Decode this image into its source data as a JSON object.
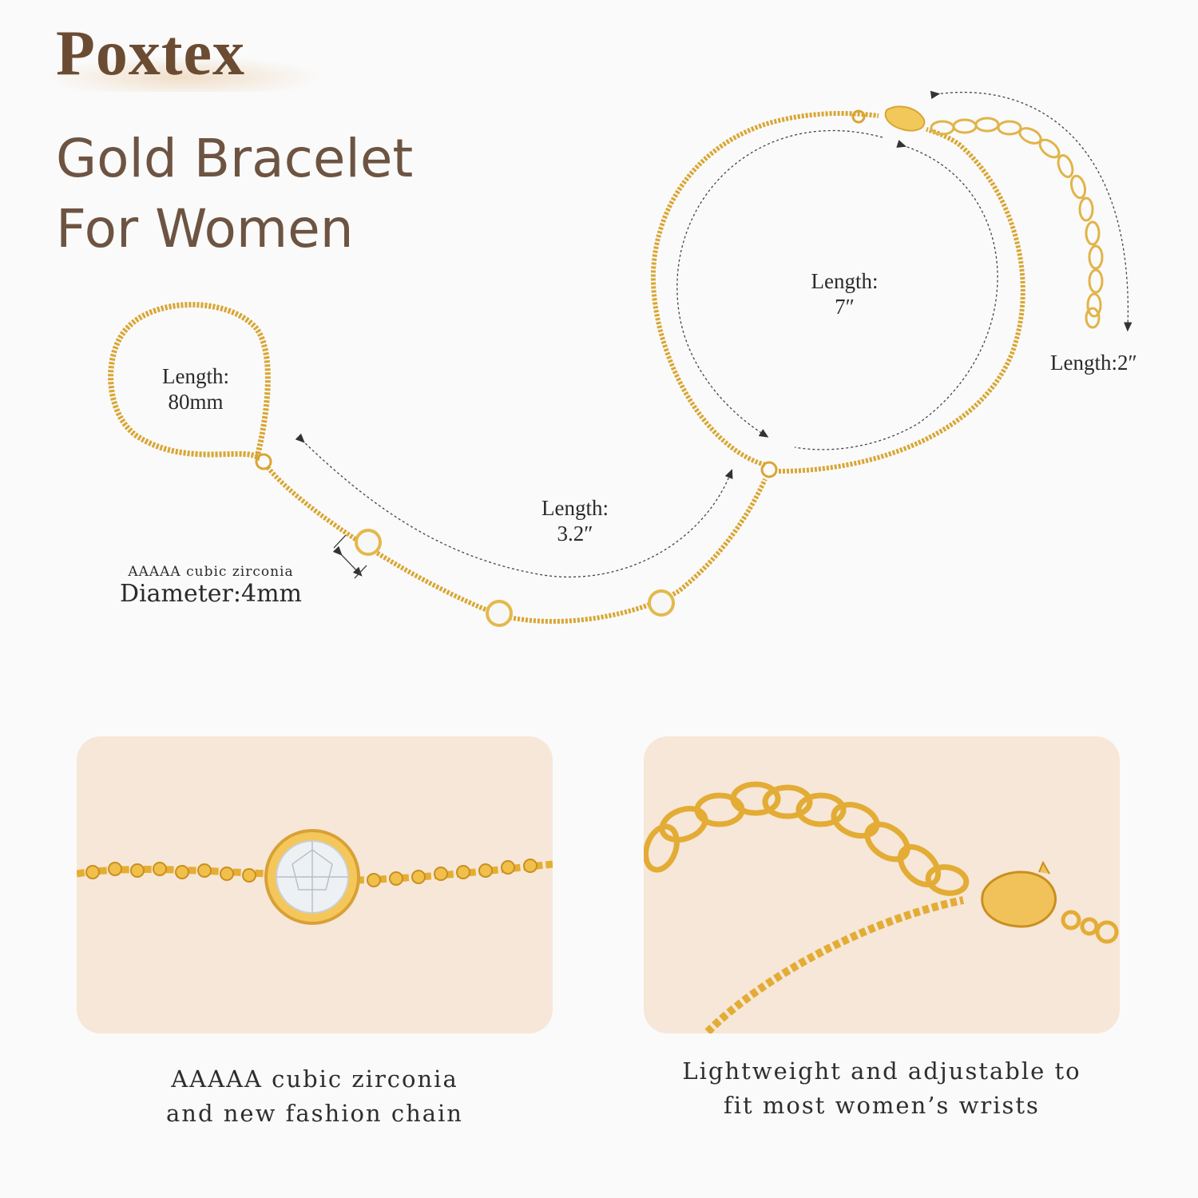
{
  "brand": {
    "name": "Poxtex"
  },
  "headline": {
    "line1": "Gold Bracelet",
    "line2": "For Women"
  },
  "measurements": {
    "ring": {
      "label": "Length:",
      "value": "80mm"
    },
    "connector": {
      "label": "Length:",
      "value": "3.2″"
    },
    "bracelet": {
      "label": "Length:",
      "value": "7″"
    },
    "extender": {
      "text": "Length:2″"
    },
    "stone": {
      "small": "AAAAA cubic zirconia",
      "big": "Diameter:4mm"
    }
  },
  "panels": [
    {
      "caption_line1": "AAAAA cubic zirconia",
      "caption_line2": "and new fashion chain"
    },
    {
      "caption_line1": "Lightweight and adjustable to",
      "caption_line2": "fit most women’s wrists"
    }
  ],
  "colors": {
    "gold": "#d9a633",
    "gold_light": "#f2c85a",
    "brand_brown": "#6b4c33",
    "panel_bg": "#f7e7d8"
  },
  "icons": [
    "dimension-arrow-icon",
    "cubic-zirconia-stone-icon",
    "lobster-clasp-icon"
  ]
}
